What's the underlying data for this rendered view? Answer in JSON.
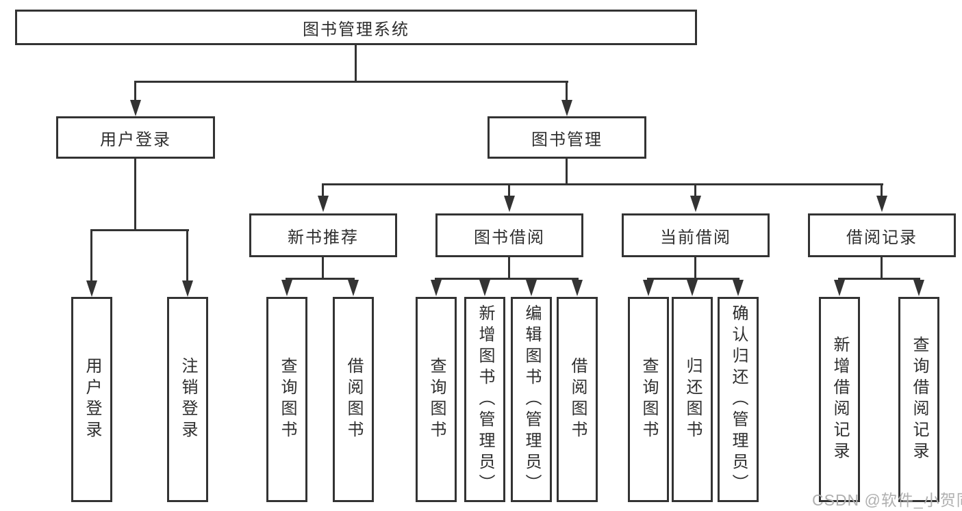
{
  "tree": {
    "root": "图书管理系统",
    "children": [
      {
        "label": "用户登录",
        "children": [
          {
            "label": "用户登录"
          },
          {
            "label": "注销登录"
          }
        ]
      },
      {
        "label": "图书管理",
        "children": [
          {
            "label": "新书推荐",
            "children": [
              {
                "label": "查询图书"
              },
              {
                "label": "借阅图书"
              }
            ]
          },
          {
            "label": "图书借阅",
            "children": [
              {
                "label": "查询图书"
              },
              {
                "label": "新增图书（管理员）"
              },
              {
                "label": "编辑图书（管理员）"
              },
              {
                "label": "借阅图书"
              }
            ]
          },
          {
            "label": "当前借阅",
            "children": [
              {
                "label": "查询图书"
              },
              {
                "label": "归还图书"
              },
              {
                "label": "确认归还（管理员）"
              }
            ]
          },
          {
            "label": "借阅记录",
            "children": [
              {
                "label": "新增借阅记录"
              },
              {
                "label": "查询借阅记录"
              }
            ]
          }
        ]
      }
    ]
  },
  "watermark": "CSDN @软件_小贺同学",
  "colors": {
    "line": "#333333",
    "background": "#ffffff",
    "watermark": "#b0b0b0"
  }
}
